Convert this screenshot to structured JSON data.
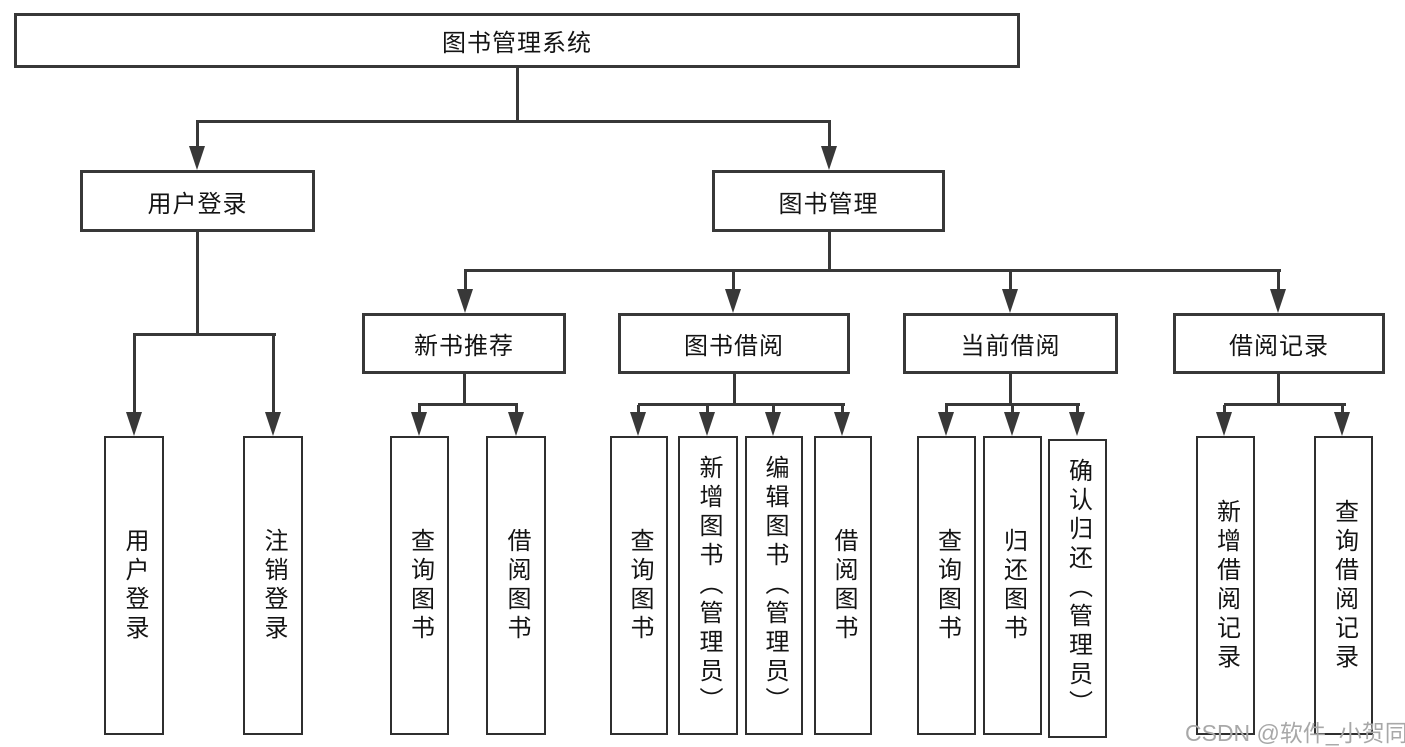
{
  "diagram": {
    "root": "图书管理系统",
    "branches": [
      {
        "label": "用户登录",
        "children": [
          "用户登录",
          "注销登录"
        ]
      },
      {
        "label": "图书管理",
        "groups": [
          {
            "label": "新书推荐",
            "children": [
              "查询图书",
              "借阅图书"
            ]
          },
          {
            "label": "图书借阅",
            "children": [
              "查询图书",
              "新增图书（管理员）",
              "编辑图书（管理员）",
              "借阅图书"
            ]
          },
          {
            "label": "当前借阅",
            "children": [
              "查询图书",
              "归还图书",
              "确认归还（管理员）"
            ]
          },
          {
            "label": "借阅记录",
            "children": [
              "新增借阅记录",
              "查询借阅记录"
            ]
          }
        ]
      }
    ]
  },
  "watermark": "CSDN @软件_小贺同学",
  "colors": {
    "line": "#383838",
    "text": "#141414",
    "watermark": "#a8a8a8",
    "background": "#ffffff"
  }
}
